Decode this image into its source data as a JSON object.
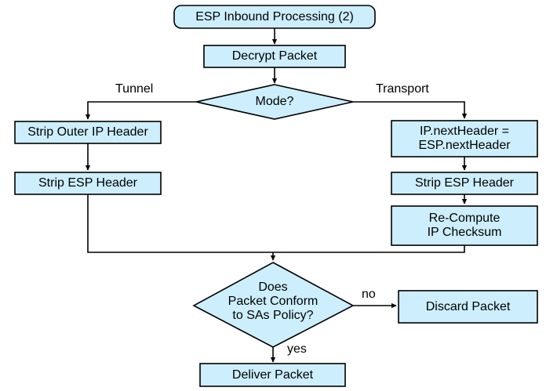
{
  "diagram": {
    "title": "ESP Inbound Processing (2)",
    "type": "flowchart",
    "colors": {
      "node_fill": "#cdeefd",
      "node_stroke": "#000000",
      "edge_stroke": "#000000",
      "text": "#000000",
      "background": "#ffffff"
    },
    "nodes": {
      "start": {
        "label": "ESP Inbound Processing (2)",
        "shape": "rounded-rectangle"
      },
      "decrypt": {
        "label": "Decrypt Packet",
        "shape": "rectangle"
      },
      "mode": {
        "label": "Mode?",
        "shape": "diamond"
      },
      "strip_outer_ip": {
        "label": "Strip Outer IP Header",
        "shape": "rectangle"
      },
      "strip_esp_tunnel": {
        "label": "Strip ESP Header",
        "shape": "rectangle"
      },
      "next_header": {
        "label": "IP.nextHeader =\nESP.nextHeader",
        "shape": "rectangle"
      },
      "strip_esp_transport": {
        "label": "Strip ESP Header",
        "shape": "rectangle"
      },
      "recompute": {
        "label": "Re-Compute\nIP Checksum",
        "shape": "rectangle"
      },
      "conform": {
        "label": "Does\nPacket Conform\nto SAs Policy?",
        "shape": "diamond"
      },
      "discard": {
        "label": "Discard Packet",
        "shape": "rectangle"
      },
      "deliver": {
        "label": "Deliver Packet",
        "shape": "rectangle"
      }
    },
    "edge_labels": {
      "tunnel": "Tunnel",
      "transport": "Transport",
      "no": "no",
      "yes": "yes"
    }
  }
}
